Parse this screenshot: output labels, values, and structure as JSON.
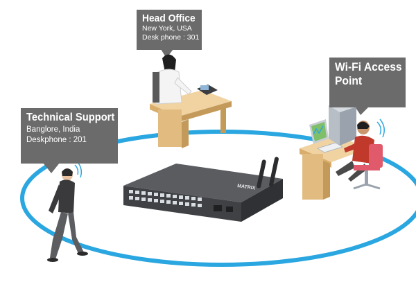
{
  "head_office": {
    "title": "Head Office",
    "line1": "New York, USA",
    "line2": "Desk phone : 301"
  },
  "technical_support": {
    "title": "Technical Support",
    "line1": "Banglore, India",
    "line2": "Deskphone : 201"
  },
  "wifi_access_point": {
    "title_line1": "Wi-Fi Access",
    "title_line2": "Point"
  },
  "device": {
    "brand": "MATRIX"
  },
  "colors": {
    "ring": "#2aa6e0",
    "callout": "#6b6b6b",
    "desk": "#e8c48c",
    "device": "#4d4f52"
  }
}
